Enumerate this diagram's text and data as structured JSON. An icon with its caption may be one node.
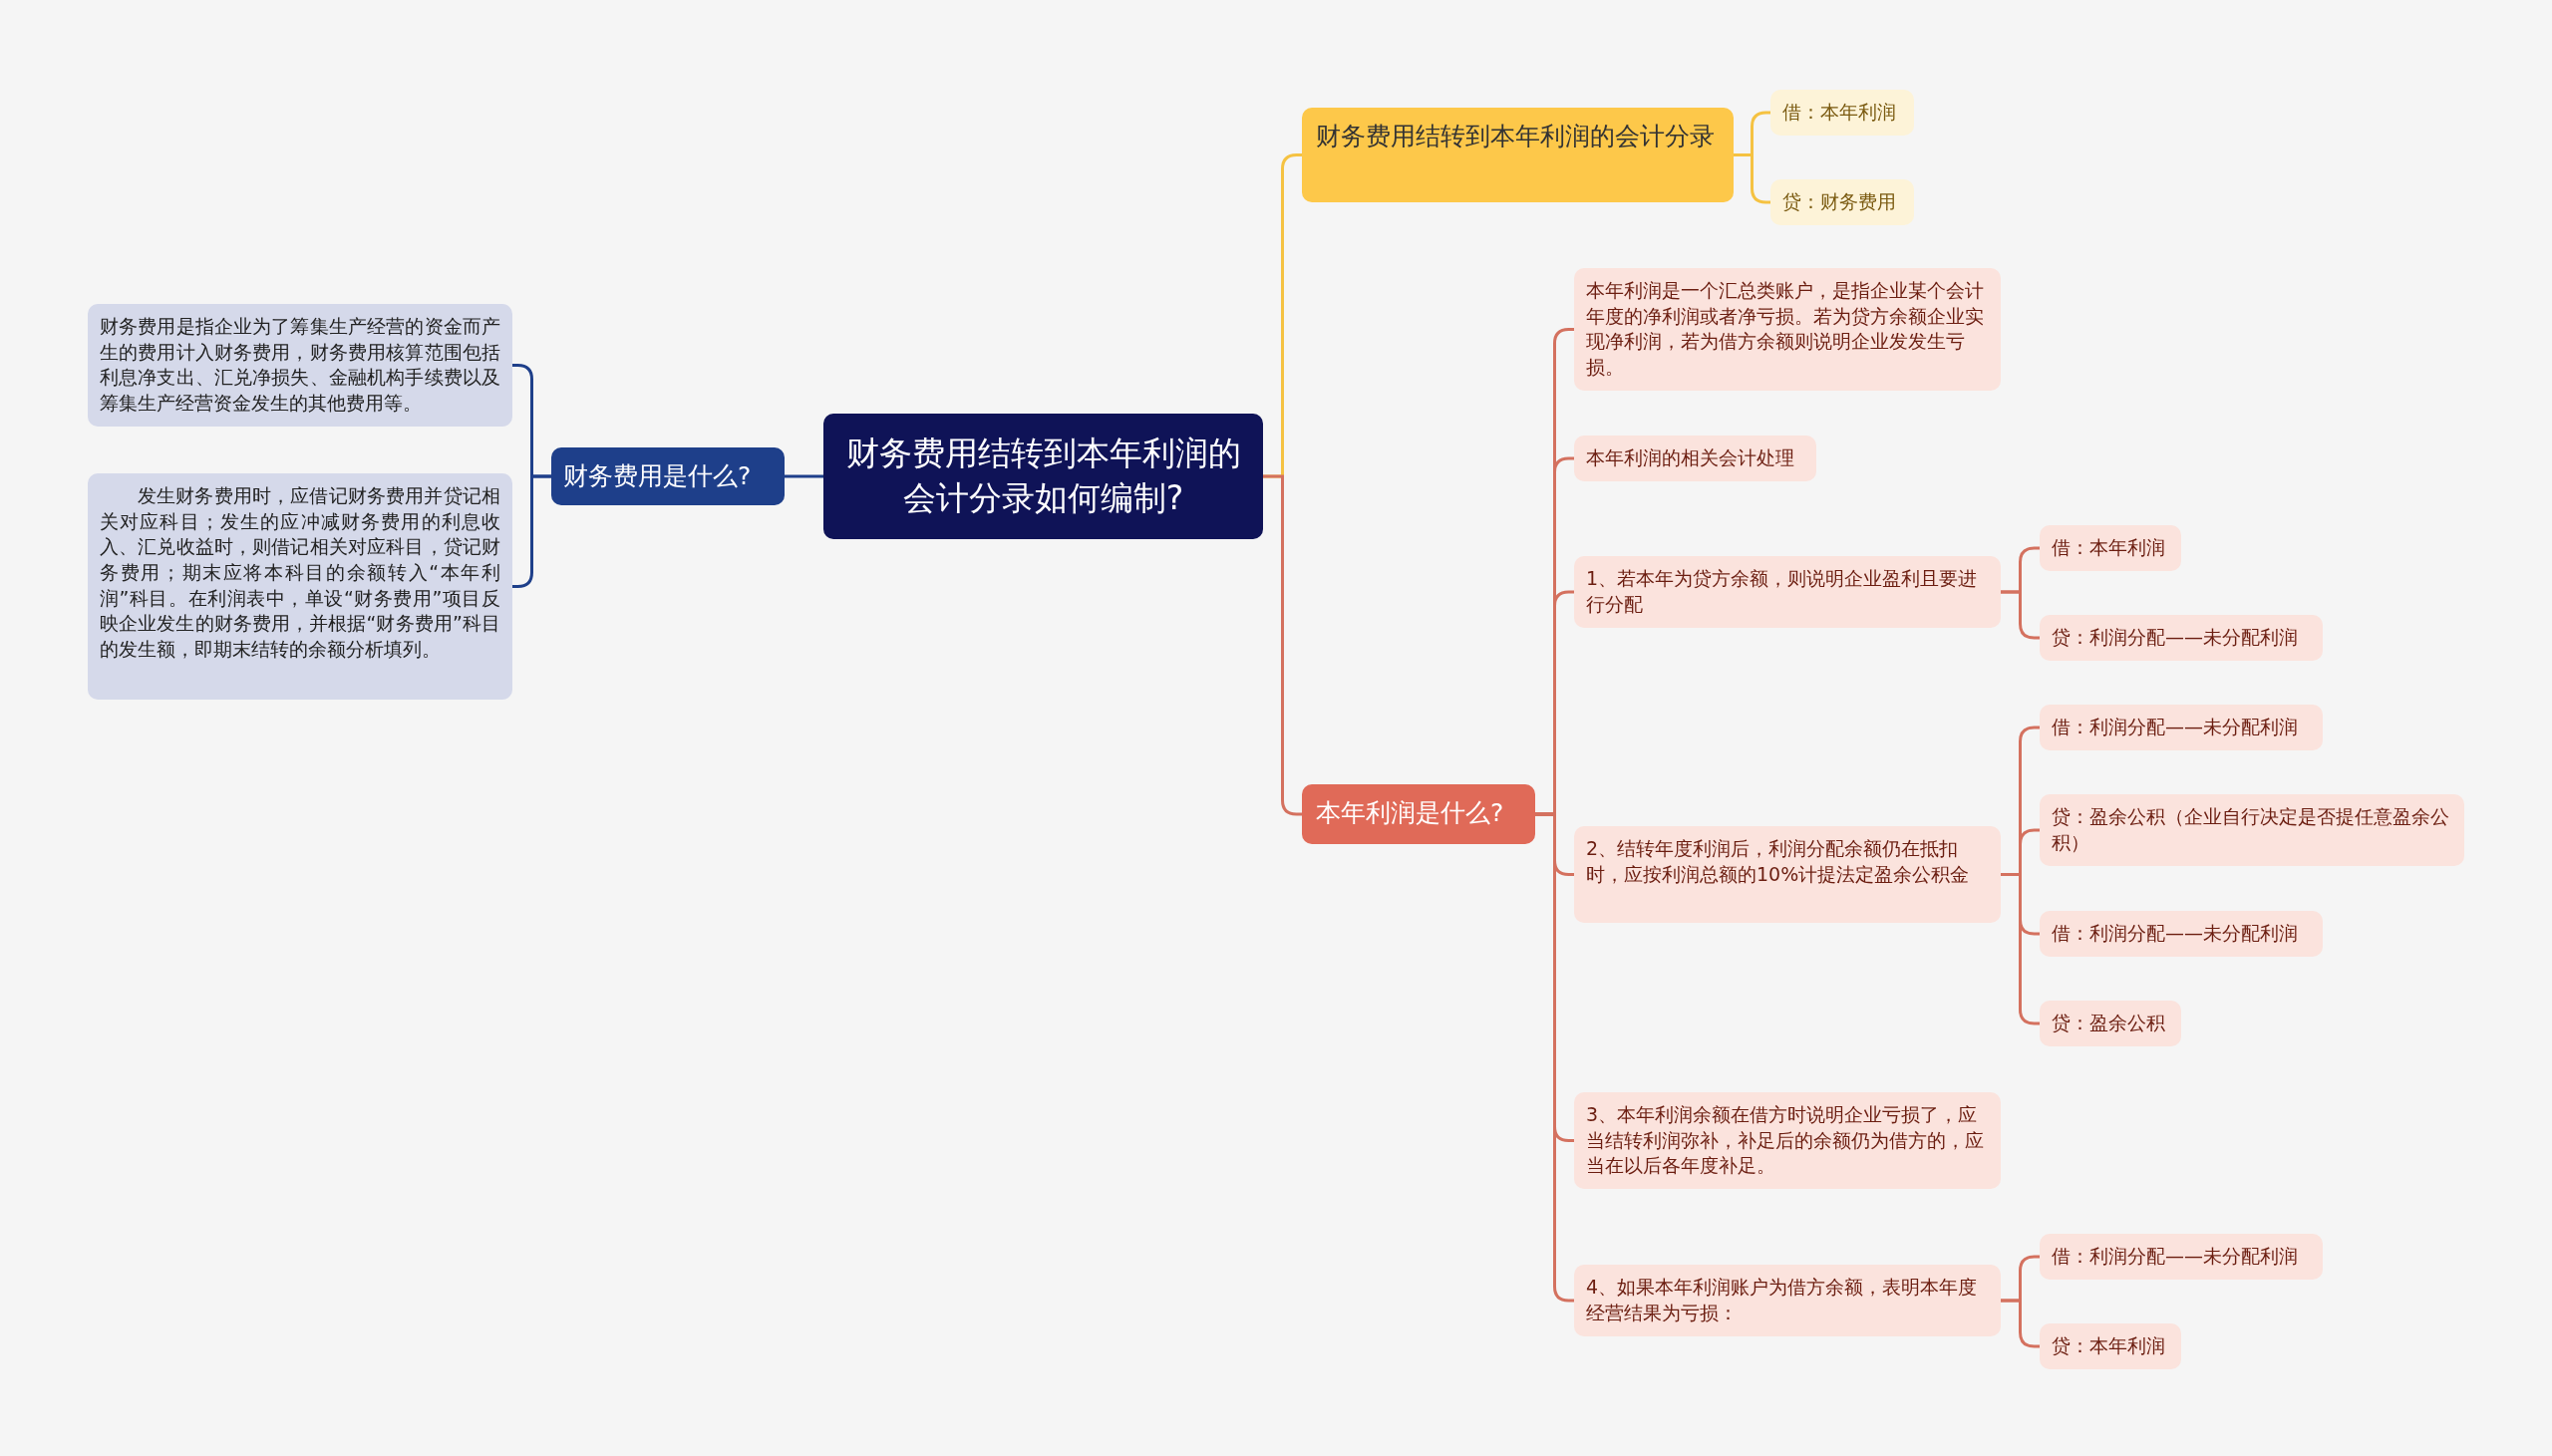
{
  "diagram": {
    "nodes": [
      {
        "text": [
          "财务费用结转到本年利润的会计分录如何编制?"
        ]
      },
      {
        "text": [
          "财务费用是什么?"
        ]
      },
      {
        "text": [
          "财务费用是指企业为了筹集生产经营的资金而产生的费用计入财务费用，财务费用核算范围包括利息净支出、汇兑净损失、金融机构手续费以及筹集生产经营资金发生的其他费用等。"
        ]
      },
      {
        "text": [
          "发生财务费用时，应借记财务费用并贷记相关对应科目；发生的应冲减财务费用的利息收入、汇兑收益时，则借记相关对应科目，贷记财务费用；期末应将本科目的余额转入“本年利润”科目。在利润表中，单设“财务费用”项目反映企业发生的财务费用，并根据“财务费用”科目的发生额，即期末结转的余额分析填列。"
        ]
      },
      {
        "text": [
          "财务费用结转到本年利润的会计分录"
        ]
      },
      {
        "text": [
          "借：本年利润"
        ]
      },
      {
        "text": [
          "贷：财务费用"
        ]
      },
      {
        "text": [
          "本年利润是什么?"
        ]
      },
      {
        "text": [
          "本年利润是一个汇总类账户，是指企业某个会计年度的净利润或者净亏损。若为贷方余额企业实现净利润，若为借方余额则说明企业发发生亏损。"
        ]
      },
      {
        "text": [
          "本年利润的相关会计处理"
        ]
      },
      {
        "text": [
          "1、若本年为贷方余额，则说明企业盈利且要进行分配"
        ]
      },
      {
        "text": [
          "借：本年利润"
        ]
      },
      {
        "text": [
          "贷：利润分配——未分配利润"
        ]
      },
      {
        "text": [
          "2、结转年度利润后，利润分配余额仍在抵扣时，应按利润总额的10%计提法定盈余公积金"
        ]
      },
      {
        "text": [
          "借：利润分配——未分配利润"
        ]
      },
      {
        "text": [
          "贷：盈余公积（企业自行决定是否提任意盈余公积）"
        ]
      },
      {
        "text": [
          "借：利润分配——未分配利润"
        ]
      },
      {
        "text": [
          "贷：盈余公积"
        ]
      },
      {
        "text": [
          "3、本年利润余额在借方时说明企业亏损了，应当结转利润弥补，补足后的余额仍为借方的，应当在以后各年度补足。"
        ]
      },
      {
        "text": [
          "4、如果本年利润账户为借方余额，表明本年度经营结果为亏损："
        ]
      },
      {
        "text": [
          "借：利润分配——未分配利润"
        ]
      },
      {
        "text": [
          "贷：本年利润"
        ]
      }
    ],
    "edges": [
      {
        "from": 0,
        "to": 1,
        "arrow": "none",
        "color": "#1e3f8a"
      },
      {
        "from": 1,
        "to": 2,
        "arrow": "none",
        "color": "#1e3f8a"
      },
      {
        "from": 1,
        "to": 3,
        "arrow": "none",
        "color": "#1e3f8a"
      },
      {
        "from": 0,
        "to": 4,
        "arrow": "none",
        "color": "#f5c242"
      },
      {
        "from": 4,
        "to": 5,
        "arrow": "none",
        "color": "#f5c242"
      },
      {
        "from": 4,
        "to": 6,
        "arrow": "none",
        "color": "#f5c242"
      },
      {
        "from": 0,
        "to": 7,
        "arrow": "none"
      },
      {
        "from": 7,
        "to": 8,
        "arrow": "none"
      },
      {
        "from": 7,
        "to": 9,
        "arrow": "none"
      },
      {
        "from": 7,
        "to": 10,
        "arrow": "none"
      },
      {
        "from": 10,
        "to": 11,
        "arrow": "none"
      },
      {
        "from": 10,
        "to": 12,
        "arrow": "none"
      },
      {
        "from": 7,
        "to": 13,
        "arrow": "none"
      },
      {
        "from": 13,
        "to": 14,
        "arrow": "none"
      },
      {
        "from": 13,
        "to": 15,
        "arrow": "none"
      },
      {
        "from": 13,
        "to": 16,
        "arrow": "none"
      },
      {
        "from": 13,
        "to": 17,
        "arrow": "none"
      },
      {
        "from": 7,
        "to": 18,
        "arrow": "none"
      },
      {
        "from": 7,
        "to": 19,
        "arrow": "none"
      },
      {
        "from": 19,
        "to": 20,
        "arrow": "none"
      },
      {
        "from": 19,
        "to": 21,
        "arrow": "none"
      }
    ]
  }
}
